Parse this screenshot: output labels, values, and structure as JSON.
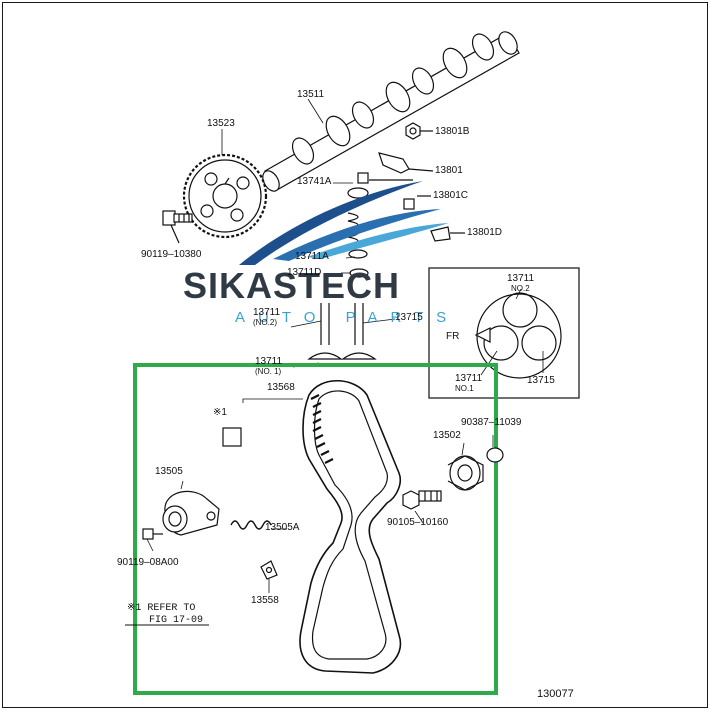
{
  "diagram": {
    "figure_number": "130077",
    "watermark": {
      "brand": "SIKASTECH",
      "tagline": "AUTO PARTS"
    },
    "inset": {
      "fr_label": "FR",
      "top_part": "13711",
      "top_sub": "NO.2",
      "bottom_left_part": "13711",
      "bottom_left_sub": "NO.1",
      "bottom_right_part": "13715"
    },
    "note": {
      "mark": "※1",
      "line1": "REFER TO",
      "line2": "FIG 17-09"
    },
    "mark_label": "※1",
    "parts": {
      "p13511": "13511",
      "p13523": "13523",
      "p13801B": "13801B",
      "p13801": "13801",
      "p13741A": "13741A",
      "p13801C": "13801C",
      "p13801D": "13801D",
      "p90119_10380": "90119–10380",
      "p13711A": "13711A",
      "p13711D": "13711D",
      "p13711_no2": "13711",
      "p13711_no2_sub": "(NO.2)",
      "p13715": "13715",
      "p13711_no1": "13711",
      "p13711_no1_sub": "(NO. 1)",
      "p13568": "13568",
      "p90387_11039": "90387–11039",
      "p13502": "13502",
      "p13505": "13505",
      "p90105_10160": "90105–10160",
      "p13505A": "13505A",
      "p90119_08A00": "90119–08A00",
      "p13558": "13558"
    },
    "colors": {
      "highlight_box": "#2eaa4a",
      "watermark_dark": "#2f3a44",
      "watermark_blue": "#3aa3d4",
      "swoosh_dark": "#1d4f8c",
      "swoosh_light": "#49a8d8"
    }
  }
}
